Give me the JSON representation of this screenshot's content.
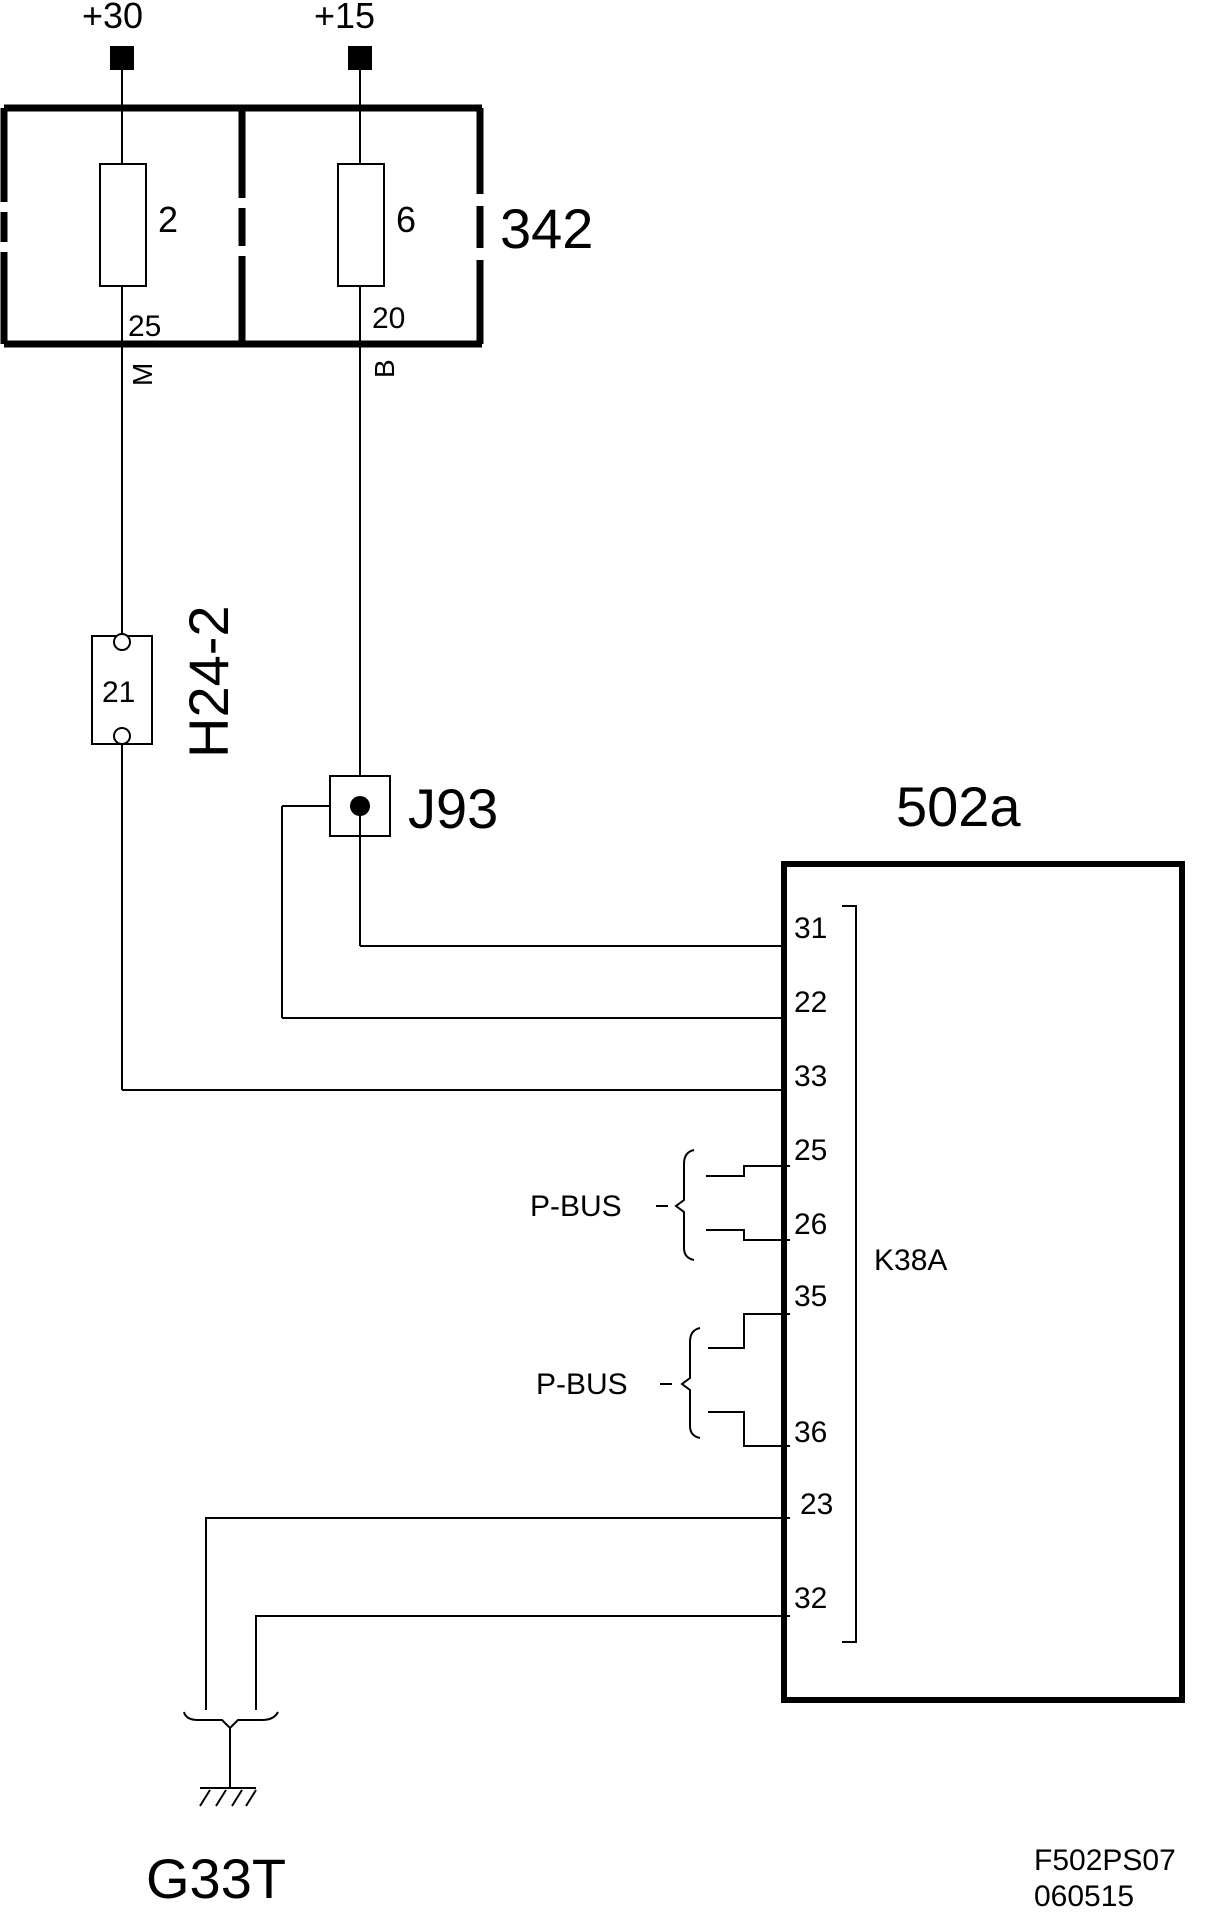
{
  "supplies": {
    "plus30": "+30",
    "plus15": "+15"
  },
  "fuse_box": {
    "id": "342",
    "fuse_left": {
      "number": "2",
      "pin": "25",
      "wire_color": "M"
    },
    "fuse_right": {
      "number": "6",
      "pin": "20",
      "wire_color": "B"
    }
  },
  "connector_h24": {
    "id": "H24-2",
    "pin": "21"
  },
  "junction": {
    "id": "J93"
  },
  "module": {
    "id": "502a",
    "connector": "K38A",
    "pins": [
      "31",
      "22",
      "33",
      "25",
      "26",
      "35",
      "36",
      "23",
      "32"
    ]
  },
  "bus_labels": [
    "P-BUS",
    "P-BUS"
  ],
  "ground": {
    "id": "G33T"
  },
  "drawing_code": {
    "line1": "F502PS07",
    "line2": "060515"
  }
}
